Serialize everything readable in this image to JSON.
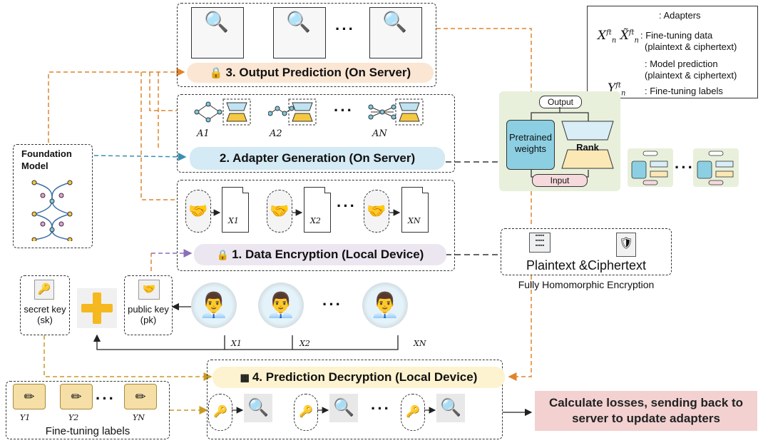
{
  "legend": {
    "adapters": ": Adapters",
    "x_symbols": "X",
    "finetune_data": ": Fine-tuning data",
    "finetune_data_sub": "(plaintext & ciphertext)",
    "model_pred": ": Model prediction",
    "model_pred_sub": "(plaintext & ciphertext)",
    "y_symbol": "Y",
    "labels": ": Fine-tuning labels"
  },
  "stages": {
    "output": "3. Output Prediction (On Server)",
    "adapter": "2. Adapter Generation (On Server)",
    "encrypt": "1. Data Encryption (Local Device)",
    "decrypt": "4. Prediction Decryption (Local Device)"
  },
  "foundation": "Foundation Model",
  "adapters": [
    "A1",
    "A2",
    "AN"
  ],
  "enc_docs": [
    "X1",
    "X2",
    "XN"
  ],
  "arch": {
    "output": "Output",
    "pretrained": "Pretrained weights",
    "rank": "Rank",
    "input": "Input"
  },
  "fhe": {
    "title": "Plaintext &Ciphertext",
    "caption": "Fully Homomorphic Encryption"
  },
  "keys": {
    "secret": "secret key (sk)",
    "public": "public key (pk)"
  },
  "users_x": [
    "X1",
    "X2",
    "XN"
  ],
  "labels_group": {
    "caption": "Fine-tuning labels",
    "items": [
      "Y1",
      "Y2",
      "YN"
    ]
  },
  "result": "Calculate losses, sending back to server to update adapters",
  "ellipsis": "···",
  "colors": {
    "output": "#fbe6d4",
    "adapter": "#d4eaf4",
    "encrypt": "#ece6f0",
    "decrypt": "#fdf3d0",
    "arch_bg": "#e8f0dc",
    "result": "#f3d1d1",
    "orange_line": "#e0832a",
    "blue_line": "#3a8fb0"
  }
}
